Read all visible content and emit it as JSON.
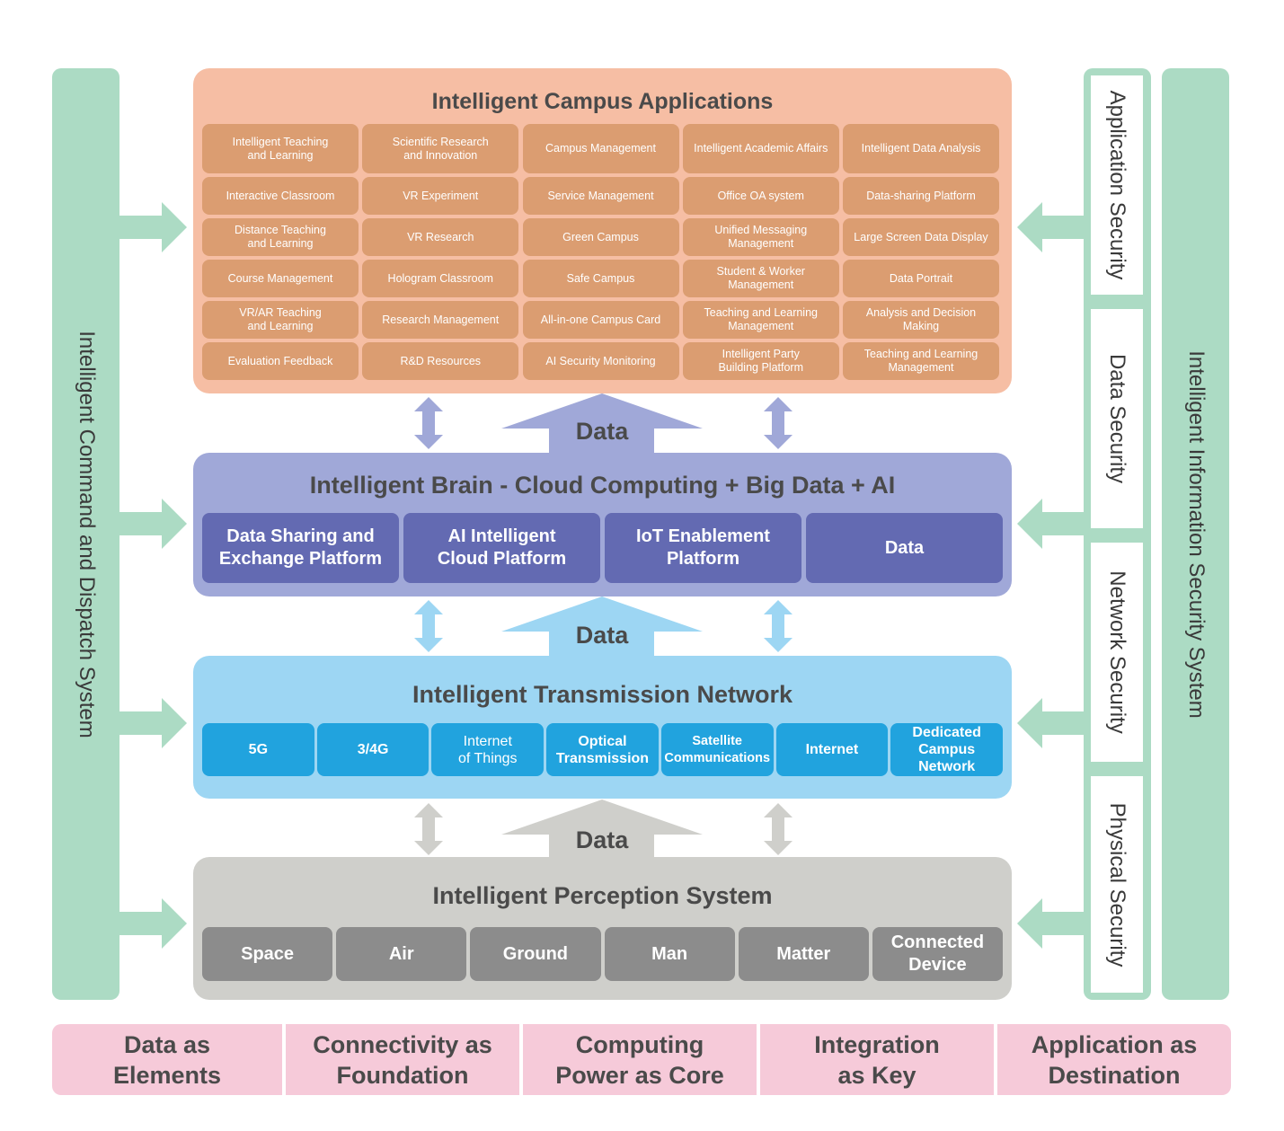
{
  "left_system": "Intelligent Command and Dispatch System",
  "right_system": "Intelligent Information Security System",
  "security_layers": [
    "Application Security",
    "Data Security",
    "Network Security",
    "Physical Security"
  ],
  "applications": {
    "title": "Intelligent Campus Applications",
    "rows": [
      [
        "Intelligent Teaching\nand Learning",
        "Scientific Research\nand Innovation",
        "Campus Management",
        "Intelligent Academic Affairs",
        "Intelligent Data Analysis"
      ],
      [
        "Interactive Classroom",
        "VR Experiment",
        "Service Management",
        "Office OA system",
        "Data-sharing Platform"
      ],
      [
        "Distance Teaching\nand Learning",
        "VR Research",
        "Green Campus",
        "Unified Messaging\nManagement",
        "Large Screen Data Display"
      ],
      [
        "Course Management",
        "Hologram Classroom",
        "Safe Campus",
        "Student & Worker\nManagement",
        "Data Portrait"
      ],
      [
        "VR/AR Teaching\nand Learning",
        "Research Management",
        "All-in-one Campus Card",
        "Teaching and Learning\nManagement",
        "Analysis and Decision\nMaking"
      ],
      [
        "Evaluation Feedback",
        "R&D Resources",
        "AI Security Monitoring",
        "Intelligent Party\nBuilding Platform",
        "Teaching and Learning\nManagement"
      ]
    ]
  },
  "brain": {
    "title": "Intelligent Brain - Cloud Computing + Big Data + AI",
    "items": [
      "Data Sharing and\nExchange Platform",
      "AI Intelligent\nCloud Platform",
      "IoT Enablement\nPlatform",
      "Data"
    ]
  },
  "network": {
    "title": "Intelligent Transmission Network",
    "items": [
      "5G",
      "3/4G",
      "Internet\nof Things",
      "Optical\nTransmission",
      "Satellite\nCommunications",
      "Internet",
      "Dedicated\nCampus\nNetwork"
    ]
  },
  "perception": {
    "title": "Intelligent Perception System",
    "items": [
      "Space",
      "Air",
      "Ground",
      "Man",
      "Matter",
      "Connected\nDevice"
    ]
  },
  "data_label": "Data",
  "footer": [
    "Data as\nElements",
    "Connectivity as\nFoundation",
    "Computing\nPower as Core",
    "Integration\nas Key",
    "Application as\nDestination"
  ],
  "colors": {
    "side_green": "#acdbc4",
    "app_layer": "#f6bea4",
    "app_cell": "#db9d71",
    "brain_layer": "#a0a8d8",
    "brain_cell": "#636ab2",
    "network_layer": "#9dd6f3",
    "network_cell": "#21a3de",
    "perception_layer": "#cfcfcb",
    "perception_cell": "#8c8c8c",
    "footer_pink": "#f6cad9"
  }
}
